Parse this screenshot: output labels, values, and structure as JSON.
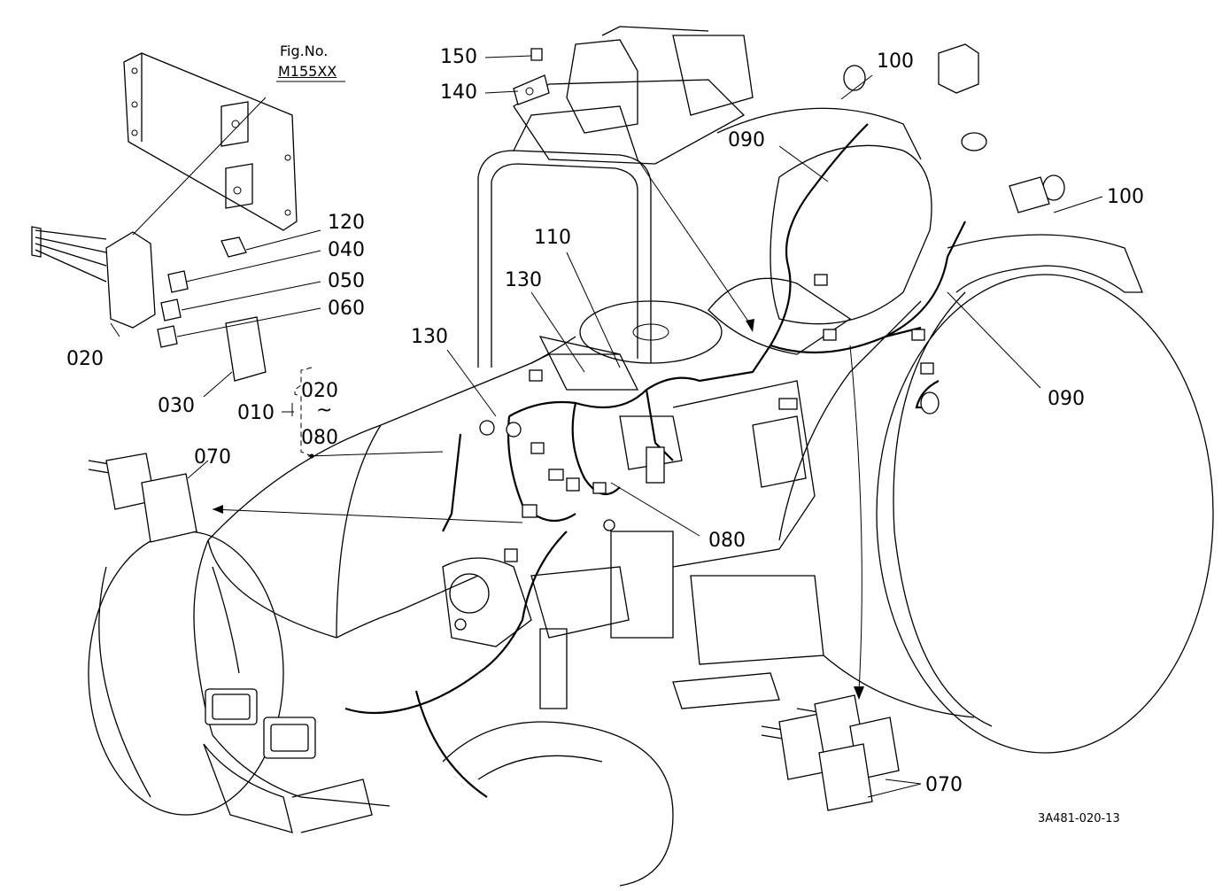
{
  "fig_ref": {
    "line1": "Fig.No.",
    "line2": "M155XX"
  },
  "labels": {
    "p150": "150",
    "p140": "140",
    "p100_top": "100",
    "p100_right": "100",
    "p090_top": "090",
    "p090_right": "090",
    "p120": "120",
    "p040": "040",
    "p050": "050",
    "p060": "060",
    "p020_left": "020",
    "p030": "030",
    "p010": "010",
    "p020_range": "020",
    "range_tilde": "~",
    "p080_range": "080",
    "p070_left": "070",
    "p110": "110",
    "p130_upper": "130",
    "p130_lower": "130",
    "p080": "080",
    "p070_bottom": "070"
  },
  "drawing_code": "3A481-020-13"
}
